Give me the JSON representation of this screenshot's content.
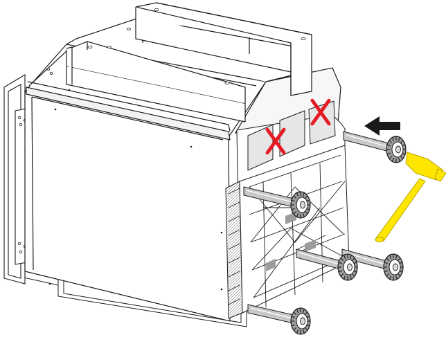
{
  "colors": {
    "line": "#1a1a1a",
    "paper": "#ffffff",
    "shade": "#d9d9d9",
    "shade_dark": "#9c9c9c",
    "rod": "#c8c8c8",
    "cross": "#e41b23",
    "hammer_yellow": "#ffe600",
    "hammer_outline": "#b9a400"
  },
  "icons": {
    "arrow": "push-direction-arrow",
    "cross": "do-not-use-cross",
    "hammer": "hammer-icon"
  },
  "parts": {
    "cabinet": "cabinet-housing",
    "top_beams": "top-support-beams",
    "side_flange": "side-mounting-flange",
    "plinth": "bottom-plinth",
    "grid_panel": "ribbed-grid-panel",
    "knobs": [
      "fastener-upper-right",
      "fastener-middle-left",
      "fastener-lower-center",
      "fastener-lower-right",
      "fastener-bottom-left"
    ],
    "crosses": [
      "cross-left-pocket",
      "cross-right-pocket"
    ]
  }
}
